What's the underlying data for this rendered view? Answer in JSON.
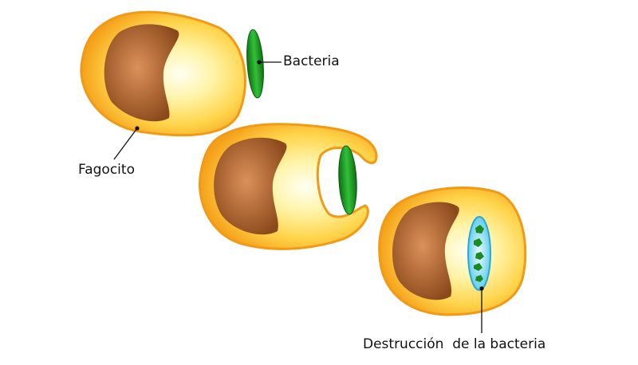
{
  "labels": {
    "bacteria": "Bacteria",
    "fagocito": "Fagocito",
    "destruccion": "Destrucción  de la bacteria"
  },
  "colors": {
    "cell_outer": "#f7a31c",
    "cell_inner": "#ffe46b",
    "cell_center": "#fffde0",
    "nucleus": "#b86a2c",
    "bacteria": "#1a9a1e",
    "vacuole": "#8fe0f5"
  }
}
